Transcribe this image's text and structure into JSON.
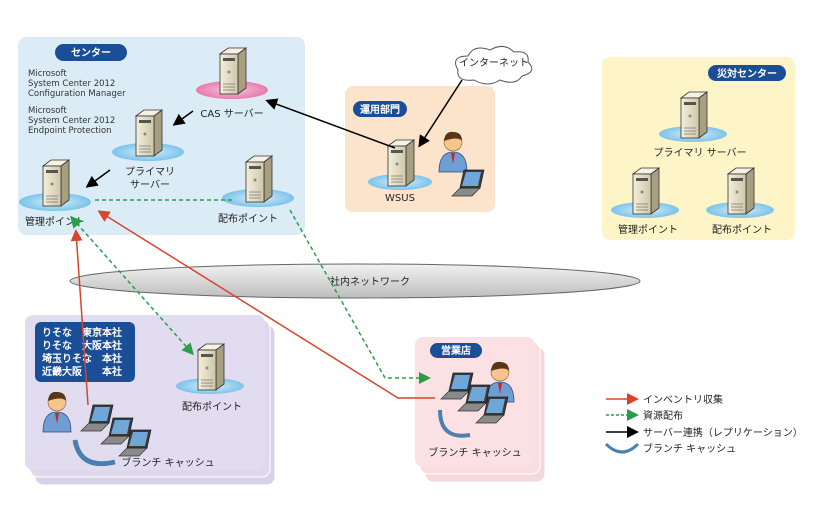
{
  "center": {
    "title": "センター",
    "products": [
      "Microsoft",
      "System Center 2012",
      "Configuration Manager",
      "Microsoft",
      "System Center 2012",
      "Endpoint Protection"
    ],
    "cas": "CAS サーバー",
    "primary": [
      "プライマリ",
      "サーバー"
    ],
    "management_point": "管理ポイント",
    "distribution_point": "配布ポイント"
  },
  "operations": {
    "title": "運用部門",
    "wsus": "WSUS"
  },
  "internet": "インターネット",
  "dr_center": {
    "title": "災対センター",
    "primary": "プライマリ サーバー",
    "management_point": "管理ポイント",
    "distribution_point": "配布ポイント"
  },
  "network": "社内ネットワーク",
  "branch_hq": {
    "companies": [
      "りそな　東京本社",
      "りそな　大阪本社",
      "埼玉りそな　本社",
      "近畿大阪　　本社"
    ],
    "distribution_point": "配布ポイント",
    "branch_cache": "ブランチ キャッシュ"
  },
  "sales": {
    "title": "営業店",
    "branch_cache": "ブランチ キャッシュ"
  },
  "legend": [
    {
      "label": "インベントリ収集",
      "color": "#d9442b",
      "style": "solid"
    },
    {
      "label": "資源配布",
      "color": "#2a9d4a",
      "style": "dashed"
    },
    {
      "label": "サーバー連携（レプリケーション）",
      "color": "#000000",
      "style": "solid"
    },
    {
      "label": "ブランチ キャッシュ",
      "color": "#4a7fb0",
      "style": "curve"
    }
  ],
  "colors": {
    "navy": "#1a4e96",
    "center_bg": "#dcecf6",
    "ops_bg": "#fbe3cc",
    "dr_bg": "#fdf5c8",
    "branch_bg": "#e1dcef",
    "sales_bg": "#fbe1e4"
  }
}
